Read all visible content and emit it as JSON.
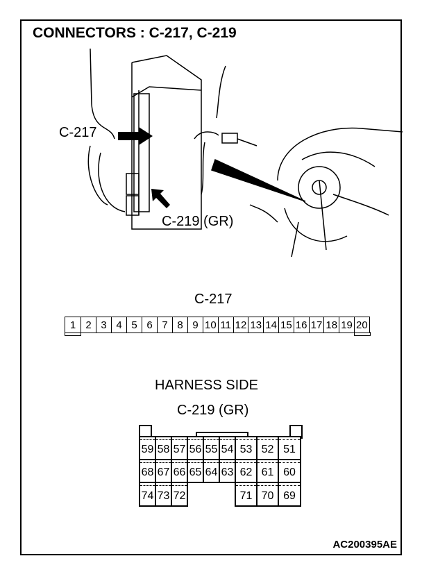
{
  "title": "CONNECTORS : C-217, C-219",
  "illustration": {
    "label_c217": "C-217",
    "label_c219": "C-219 (GR)"
  },
  "c217": {
    "name": "C-217",
    "pins": [
      "1",
      "2",
      "3",
      "4",
      "5",
      "6",
      "7",
      "8",
      "9",
      "10",
      "11",
      "12",
      "13",
      "14",
      "15",
      "16",
      "17",
      "18",
      "19",
      "20"
    ]
  },
  "c219": {
    "side": "HARNESS SIDE",
    "name": "C-219 (GR)",
    "rows": [
      [
        "59",
        "58",
        "57",
        "56",
        "55",
        "54",
        "53",
        "52",
        "51"
      ],
      [
        "68",
        "67",
        "66",
        "65",
        "64",
        "63",
        "62",
        "61",
        "60"
      ],
      [
        "74",
        "73",
        "72",
        "",
        "",
        "",
        "71",
        "70",
        "69"
      ]
    ]
  },
  "figure_code": "AC200395AE"
}
